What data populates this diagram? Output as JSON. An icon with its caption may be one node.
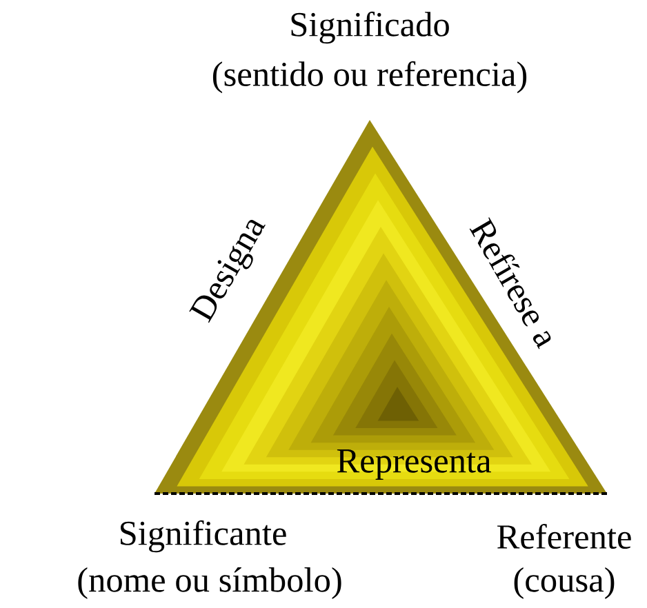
{
  "diagram": {
    "labels": [
      "Significado",
      "(sentido ou referencia)",
      "Designa",
      "Refírese a",
      "Representa",
      "Significante",
      "(nome ou símbolo)",
      "Referente",
      "(cousa)"
    ]
  }
}
